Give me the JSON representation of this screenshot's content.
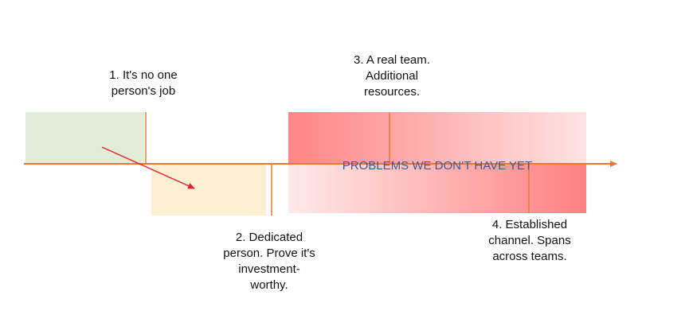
{
  "stages": [
    {
      "number": "1",
      "label": "1. It's no one\nperson's job"
    },
    {
      "number": "2",
      "label": "2. Dedicated\nperson. Prove it's\ninvestment-\nworthy."
    },
    {
      "number": "3",
      "label": "3. A real team.\nAdditional\nresources."
    },
    {
      "number": "4",
      "label": "4. Established\nchannel. Spans\nacross teams."
    }
  ],
  "problems_text": "PROBLEMS WE DON’T HAVE YET",
  "colors": {
    "timeline": "#e8783a",
    "stage1_box": "#e2edd9",
    "stage2_box": "#fdefd2",
    "problem_box": "#fe8585",
    "problem_box_light": "#feeaea",
    "arrow_red": "#e8202a",
    "problems_text": "#3a5a98"
  }
}
